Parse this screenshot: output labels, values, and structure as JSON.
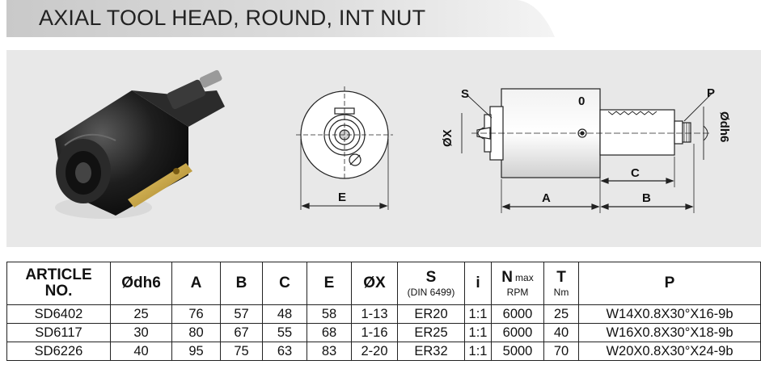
{
  "header": {
    "title": "AXIAL TOOL HEAD, ROUND, INT NUT"
  },
  "figure": {
    "labels": {
      "E": "E",
      "A": "A",
      "B": "B",
      "C": "C",
      "S": "S",
      "P": "P",
      "X": "ØX",
      "dh6": "Ødh6",
      "zero": "0"
    }
  },
  "table": {
    "headers": {
      "article_line1": "ARTICLE",
      "article_line2": "NO.",
      "dh6": "Ødh6",
      "a": "A",
      "b": "B",
      "c": "C",
      "e": "E",
      "x": "ØX",
      "s": "S",
      "s_sub": "(DIN 6499)",
      "i": "i",
      "n": "N",
      "n_sup": "max",
      "n_sub": "RPM",
      "t": "T",
      "t_sub": "Nm",
      "p": "P"
    },
    "rows": [
      {
        "article": "SD6402",
        "dh6": "25",
        "a": "76",
        "b": "57",
        "c": "48",
        "e": "58",
        "x": "1-13",
        "s": "ER20",
        "i": "1:1",
        "n": "6000",
        "t": "25",
        "p": "W14X0.8X30°X16-9b"
      },
      {
        "article": "SD6117",
        "dh6": "30",
        "a": "80",
        "b": "67",
        "c": "55",
        "e": "68",
        "x": "1-16",
        "s": "ER25",
        "i": "1:1",
        "n": "6000",
        "t": "40",
        "p": "W16X0.8X30°X18-9b"
      },
      {
        "article": "SD6226",
        "dh6": "40",
        "a": "95",
        "b": "75",
        "c": "63",
        "e": "83",
        "x": "2-20",
        "s": "ER32",
        "i": "1:1",
        "n": "5000",
        "t": "70",
        "p": "W20X0.8X30°X24-9b"
      }
    ]
  }
}
